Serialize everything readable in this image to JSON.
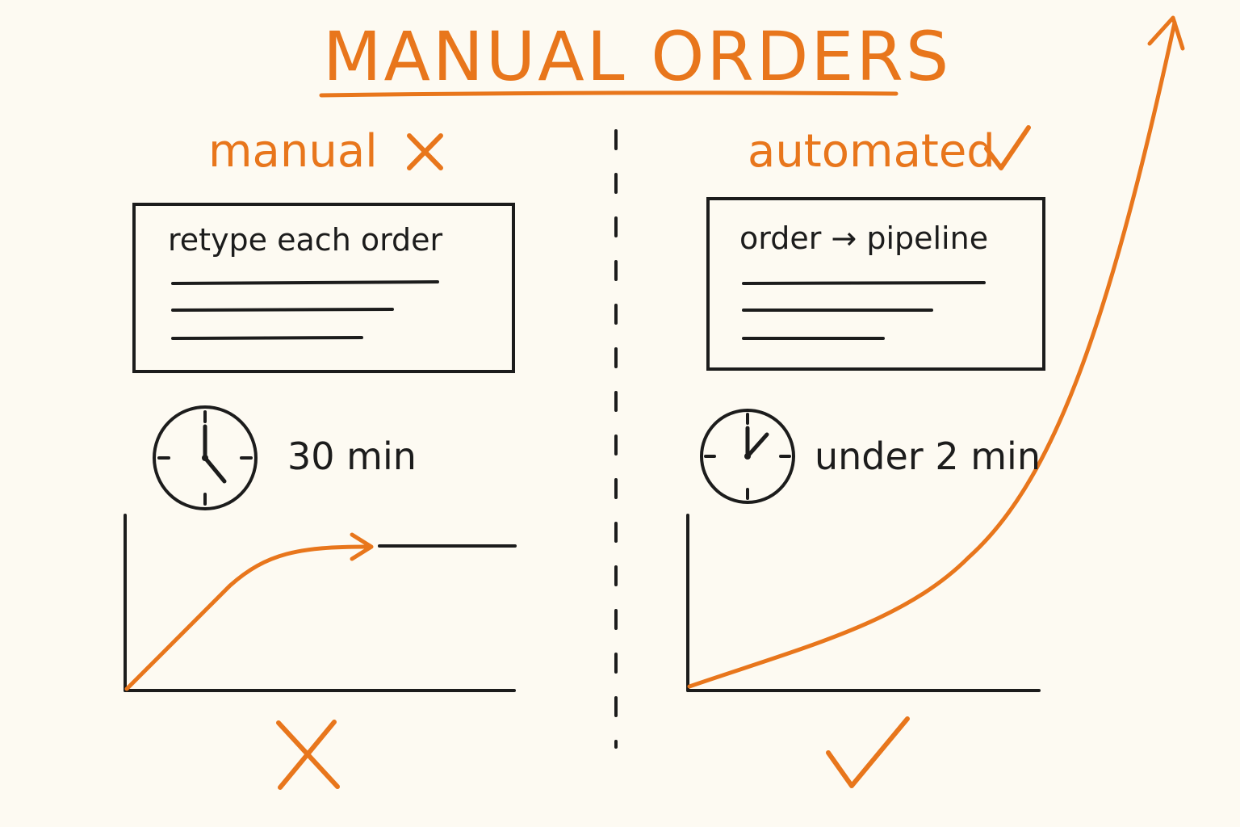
{
  "title": "MANUAL ORDERS",
  "manual": {
    "heading": "manual",
    "card_text": "retype each order",
    "time_label": "30 min"
  },
  "automated": {
    "heading": "automated",
    "card_text": "order → pipeline",
    "time_label": "under 2 min"
  },
  "colors": {
    "accent": "#e8761c",
    "ink": "#1c1c1c",
    "background": "#fdfaf2"
  }
}
